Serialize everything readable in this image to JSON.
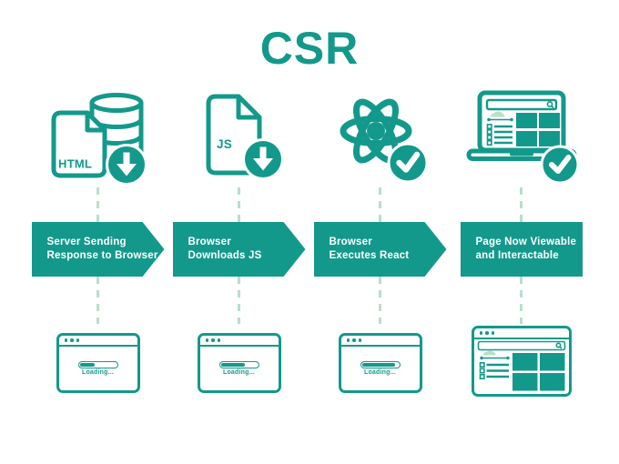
{
  "title": "CSR",
  "colors": {
    "teal": "#13998b",
    "dash": "#b8dfca"
  },
  "steps": [
    {
      "name": "server-sending-response",
      "icon": "html-file-database-download-icon",
      "file_label": "HTML",
      "banner": {
        "shape": "arrow",
        "line1": "Server Sending",
        "line2": "Response to Browser"
      },
      "window": {
        "kind": "loading",
        "loading_label": "Loading...",
        "progress_percent": 42
      }
    },
    {
      "name": "browser-downloads-js",
      "icon": "js-file-download-icon",
      "file_label": "JS",
      "banner": {
        "shape": "arrow",
        "line1": "Browser",
        "line2": "Downloads JS"
      },
      "window": {
        "kind": "loading",
        "loading_label": "Loading...",
        "progress_percent": 66
      }
    },
    {
      "name": "browser-executes-react",
      "icon": "react-logo-check-icon",
      "banner": {
        "shape": "arrow",
        "line1": "Browser",
        "line2": "Executes React"
      },
      "window": {
        "kind": "loading",
        "loading_label": "Loading...",
        "progress_percent": 92
      }
    },
    {
      "name": "page-viewable-interactable",
      "icon": "laptop-browser-check-icon",
      "banner": {
        "shape": "rectangle",
        "line1": "Page Now Viewable",
        "line2": "and Interactable"
      },
      "window": {
        "kind": "page-loaded"
      }
    }
  ]
}
